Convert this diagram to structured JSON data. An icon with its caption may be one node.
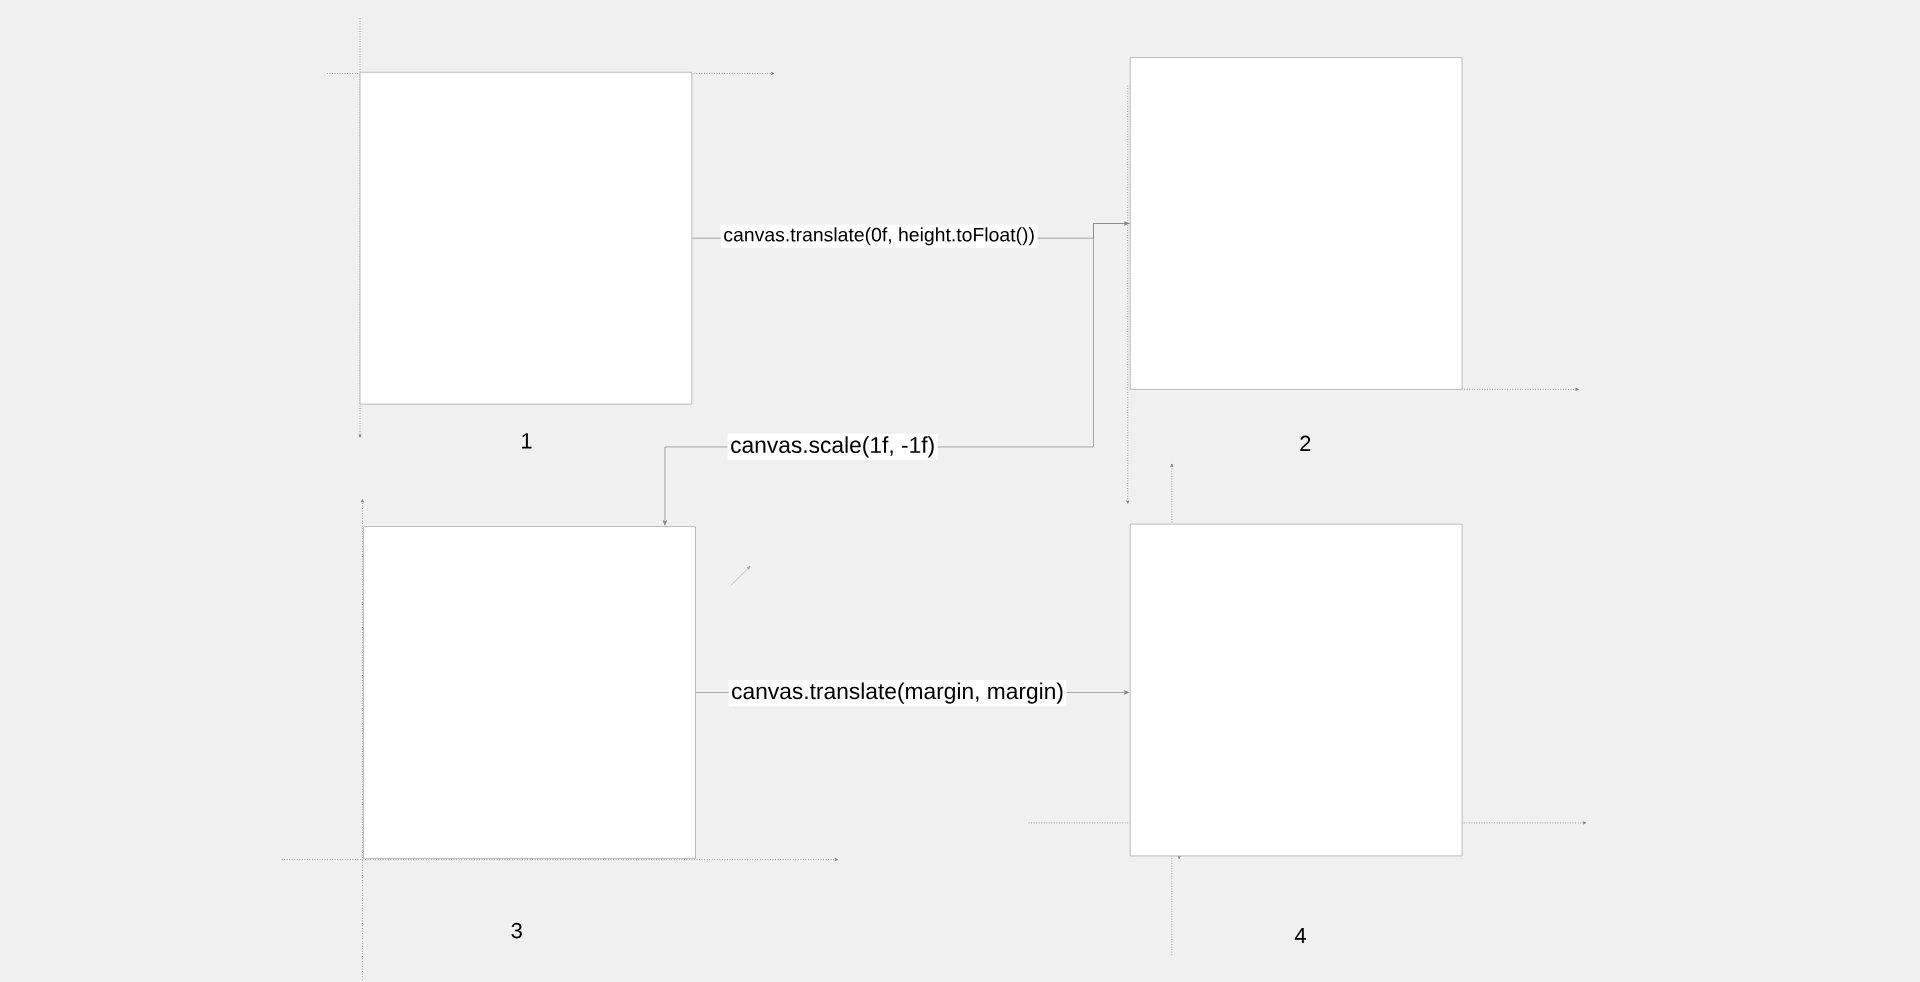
{
  "diagram": {
    "nodes": [
      {
        "text": [],
        "shape": "box",
        "beside": [
          "1"
        ]
      },
      {
        "text": [],
        "shape": "box",
        "beside": [
          "2"
        ]
      },
      {
        "text": [],
        "shape": "box",
        "beside": [
          "3"
        ]
      },
      {
        "text": [],
        "shape": "box",
        "beside": [
          "4"
        ]
      }
    ],
    "edges": [
      {
        "from": 0,
        "to": 1,
        "arrow": "to",
        "label": "canvas.translate(0f, height.toFloat())"
      },
      {
        "from": 1,
        "to": 2,
        "arrow": "to",
        "label": "canvas.scale(1f, -1f)"
      },
      {
        "from": 2,
        "to": 3,
        "arrow": "to",
        "label": "canvas.translate(margin, margin)"
      }
    ]
  }
}
